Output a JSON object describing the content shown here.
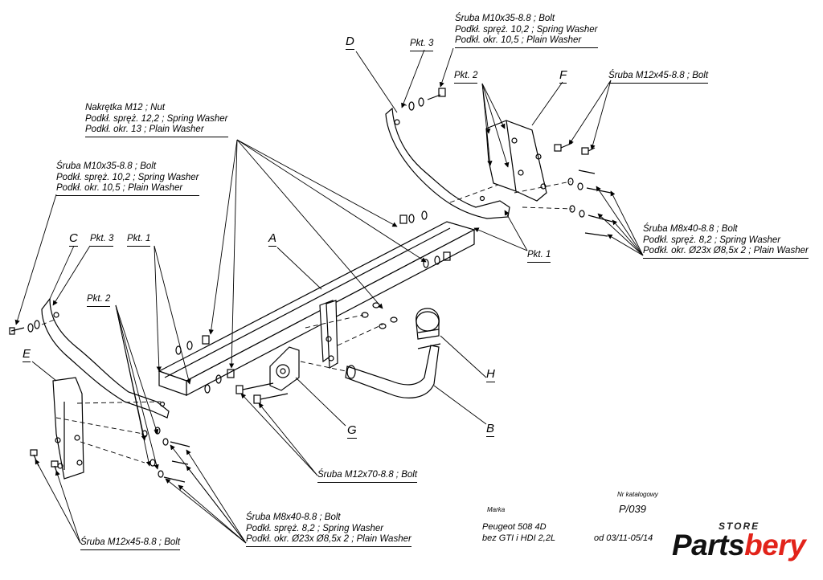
{
  "callouts": {
    "bolt_top": [
      "Śruba M10x35-8.8   ;  Bolt",
      "Podkł. spręż. 10,2 ; Spring Washer",
      "Podkł. okr. 10,5 ; Plain Washer"
    ],
    "nut": [
      "Nakrętka  M12 ; Nut",
      "Podkł. spręż. 12,2 ; Spring Washer",
      "Podkł. okr. 13 ; Plain Washer"
    ],
    "bolt_left": [
      "Śruba M10x35-8.8   ;  Bolt",
      "Podkł. spręż. 10,2 ; Spring Washer",
      "Podkł. okr. 10,5 ; Plain Washer"
    ],
    "bolt_m12x45_top": "Śruba M12x45-8.8   ;  Bolt",
    "bolt_m8_right": [
      "Śruba M8x40-8.8   ;  Bolt",
      "Podkł. spręż. 8,2 ; Spring Washer",
      "Podkł. okr.  Ø23x Ø8,5x 2 ; Plain Washer"
    ],
    "bolt_m8_bottom": [
      "Śruba M8x40-8.8   ;  Bolt",
      "Podkł. spręż. 8,2 ; Spring Washer",
      "Podkł. okr.  Ø23x Ø8,5x 2 ; Plain Washer"
    ],
    "bolt_m12x70": "Śruba M12x70-8.8   ;  Bolt",
    "bolt_m12x45_bottom": "Śruba M12x45-8.8   ;  Bolt"
  },
  "parts": {
    "A": "A",
    "B": "B",
    "C": "C",
    "D": "D",
    "E": "E",
    "F": "F",
    "G": "G",
    "H": "H"
  },
  "points": {
    "pkt1_left": "Pkt. 1",
    "pkt3_left": "Pkt. 3",
    "pkt2_left": "Pkt. 2",
    "pkt3_top": "Pkt. 3",
    "pkt2_top": "Pkt. 2",
    "pkt1_right": "Pkt. 1"
  },
  "title_block": {
    "catalog_label": "Nr katalogowy",
    "catalog_number": "P/039",
    "brand_label": "Marka",
    "model_line1": "Peugeot 508 4D",
    "model_line2": "bez GTI  i  HDI 2,2L",
    "date_range": "od 03/11-05/14"
  },
  "logo": {
    "store": "STORE",
    "brand_dark": "Parts",
    "brand_red": "bery",
    "accent_color": "#e2231a"
  }
}
